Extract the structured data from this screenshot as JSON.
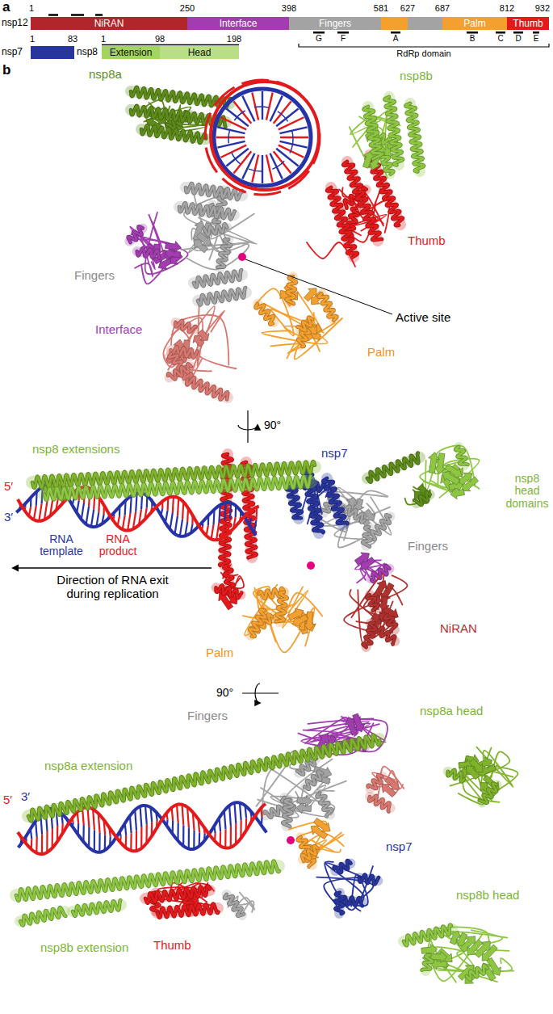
{
  "diagram": {
    "nodes": [
      {
        "text": [
          "NiRAN"
        ]
      },
      {
        "text": [
          "Interface"
        ]
      },
      {
        "text": [
          "Fingers"
        ]
      },
      {
        "text": [
          "Palm"
        ]
      },
      {
        "text": [
          "Thumb"
        ]
      },
      {
        "text": [
          "Extension"
        ]
      },
      {
        "text": [
          "Head"
        ]
      }
    ],
    "labels": [
      "a",
      "1",
      "250",
      "398",
      "581",
      "627",
      "687",
      "812",
      "932",
      "nsp12",
      "G",
      "F",
      "A",
      "B",
      "C",
      "D",
      "E",
      "RdRp domain",
      "1",
      "83",
      "nsp7",
      "1",
      "98",
      "198",
      "nsp8",
      "b",
      "nsp8a",
      "nsp8b",
      "Thumb",
      "Fingers",
      "Interface",
      "Active site",
      "Palm",
      "90°",
      "nsp8 extensions",
      "nsp7",
      "nsp8 head domains",
      "5′",
      "3′",
      "RNA template",
      "RNA product",
      "Direction of RNA exit during replication",
      "Fingers",
      "Palm",
      "NiRAN",
      "90°",
      "Fingers",
      "nsp8a head",
      "nsp8a extension",
      "5′",
      "3′",
      "nsp7",
      "nsp8b head",
      "nsp8b extension",
      "Thumb"
    ]
  }
}
